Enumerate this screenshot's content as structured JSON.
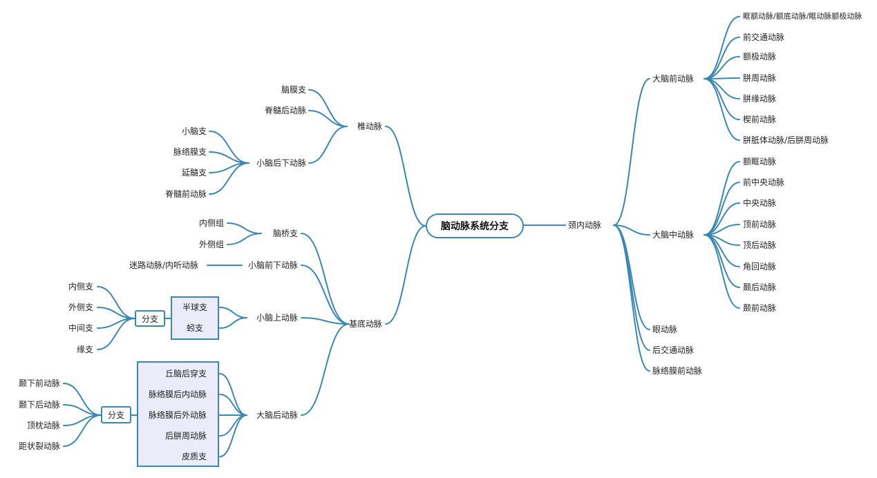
{
  "root": "脑动脉系统分支",
  "nodes": {
    "vertebral": "椎动脉",
    "meningeal_branch": "脑膜支",
    "posterior_spinal": "脊髓后动脉",
    "pica": "小脑后下动脉",
    "cerebellar_branch": "小脑支",
    "choroid_branch": "脉络膜支",
    "medullary_branch": "延髓支",
    "anterior_spinal": "脊髓前动脉",
    "basilar": "基底动脉",
    "pontine": "脑桥支",
    "medial_group": "内侧组",
    "lateral_group": "外侧组",
    "aica": "小脑前下动脉",
    "labyrinthine": "迷路动脉/内听动脉",
    "sca": "小脑上动脉",
    "hemispheric": "半球支",
    "vermian": "蚓支",
    "sca_divisions": "分支",
    "sca_medial": "内侧支",
    "sca_lateral": "外侧支",
    "sca_intermediate": "中间支",
    "sca_marginal": "缘支",
    "pca": "大脑后动脉",
    "thalamoperforating": "丘脑后穿支",
    "medial_post_choroidal": "脉络膜后内动脉",
    "lateral_post_choroidal": "脉络膜后外动脉",
    "post_pericallosal": "后胼周动脉",
    "cortical": "皮质支",
    "pca_divisions": "分支",
    "ant_temporal": "颞下前动脉",
    "post_temporal": "颞下后动脉",
    "parieto_occipital": "顶枕动脉",
    "calcarine": "距状裂动脉",
    "ica": "颈内动脉",
    "aca": "大脑前动脉",
    "orbitofrontal": "眶额动脉/额底动脉/眶动脉额极动脉",
    "acom": "前交通动脉",
    "frontopolar": "额极动脉",
    "pericallosal": "胼周动脉",
    "callosomarginal": "胼缘动脉",
    "precuneal": "楔前动脉",
    "post_callosal": "胼胝体动脉/后胼周动脉",
    "mca": "大脑中动脉",
    "mca_orbitofrontal": "额眶动脉",
    "precentral": "前中央动脉",
    "central": "中央动脉",
    "ant_parietal": "顶前动脉",
    "post_parietal": "顶后动脉",
    "angular": "角回动脉",
    "post_temporal_mca": "颞后动脉",
    "ant_temporal_mca": "颞前动脉",
    "ophthalmic": "眼动脉",
    "pcom": "后交通动脉",
    "ant_choroidal": "脉络膜前动脉"
  },
  "colors": {
    "line": "#3a86b4",
    "box_fill": "#ecebf9"
  }
}
